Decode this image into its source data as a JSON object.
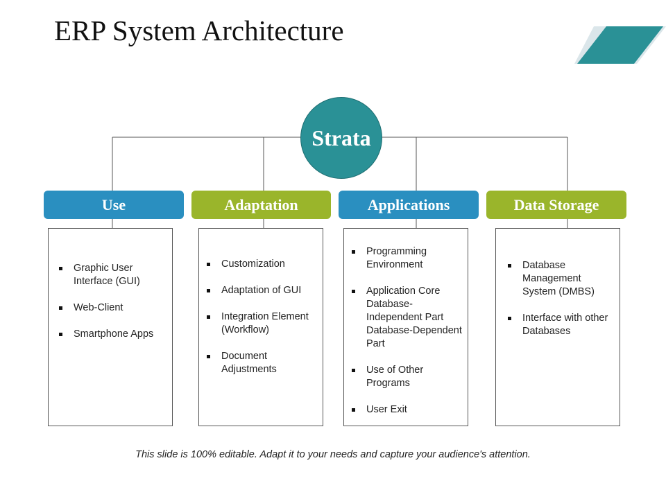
{
  "title": "ERP System Architecture",
  "root": {
    "label": "Strata",
    "color": "#2a9196"
  },
  "columns": [
    {
      "label": "Use",
      "color": "#2a8fc0",
      "items": [
        "Graphic User Interface (GUI)",
        "Web-Client",
        "Smartphone Apps"
      ]
    },
    {
      "label": "Adaptation",
      "color": "#9ab52b",
      "items": [
        "Customization",
        "Adaptation of GUI",
        "Integration Element (Workflow)",
        "Document Adjustments"
      ]
    },
    {
      "label": "Applications",
      "color": "#2a8fc0",
      "items": [
        "Programming Environment",
        "Application Core Database-Independent Part Database-Dependent Part",
        "Use of Other Programs",
        "User Exit"
      ]
    },
    {
      "label": "Data Storage",
      "color": "#9ab52b",
      "items": [
        "Database Management System (DMBS)",
        "Interface with other Databases"
      ]
    }
  ],
  "footer": "This slide is 100% editable. Adapt it to your needs and capture your audience's attention.",
  "colors": {
    "accent_teal": "#2a9196",
    "accent_blue": "#2a8fc0",
    "accent_green": "#9ab52b",
    "deco_light": "#dbe6ea"
  }
}
